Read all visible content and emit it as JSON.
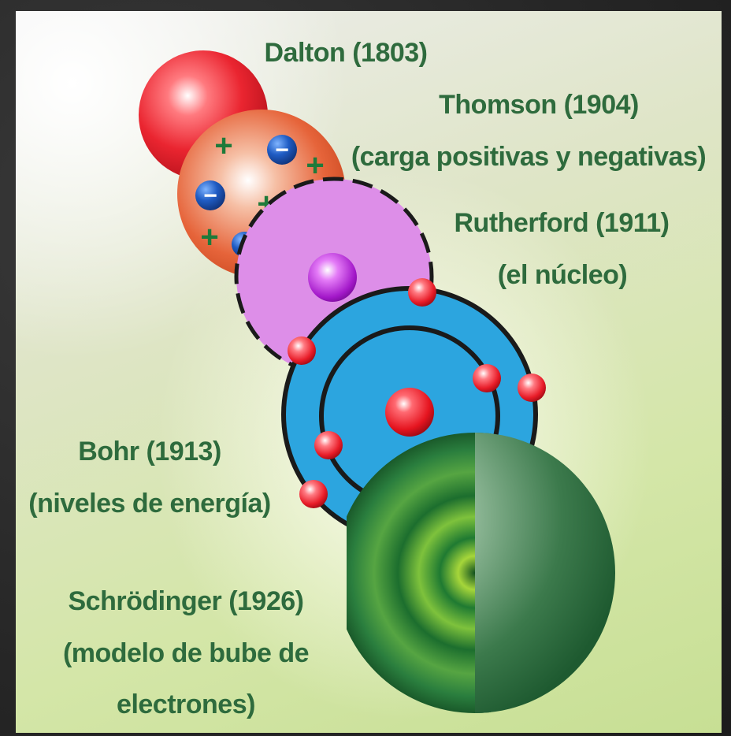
{
  "models": [
    {
      "id": "dalton",
      "name": "Dalton (1803)",
      "description": ""
    },
    {
      "id": "thomson",
      "name": "Thomson (1904)",
      "description": "(carga positivas y negativas)"
    },
    {
      "id": "rutherford",
      "name": "Rutherford (1911)",
      "description": "(el núcleo)"
    },
    {
      "id": "bohr",
      "name": "Bohr (1913)",
      "description": "(niveles de energía)"
    },
    {
      "id": "schrodinger",
      "name": "Schrödinger (1926)",
      "description_line1": "(modelo de bube de",
      "description_line2": "electrones)"
    }
  ],
  "charges": {
    "positive": "+",
    "negative": "−"
  },
  "colors": {
    "label_text": "#2e6b3d",
    "dalton_sphere": "#e8262e",
    "thomson_sphere": "#e6643a",
    "positive_charge": "#1f7a3a",
    "negative_charge": "#1a4fa8",
    "rutherford_sphere": "#dd8ee8",
    "nucleus_purple": "#a318c9",
    "bohr_disc": "#2ca5df",
    "electron_red": "#e81c28",
    "schrodinger_sphere": "#2f8a4a"
  }
}
